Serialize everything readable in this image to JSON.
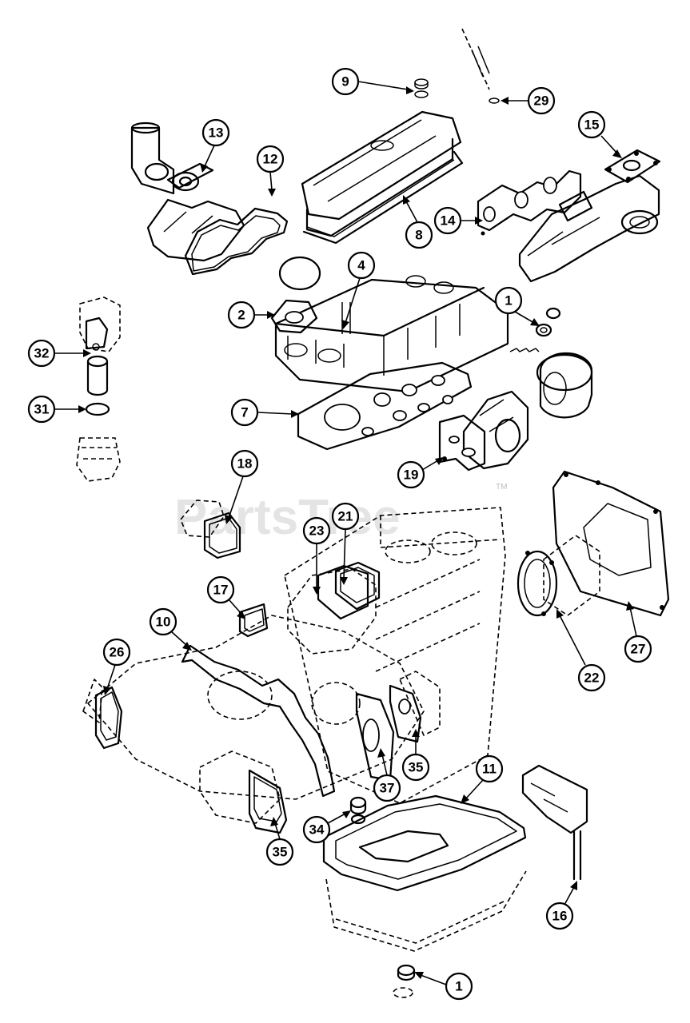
{
  "watermark": {
    "text": "PartsTree",
    "tm": "TM"
  },
  "callouts": [
    {
      "id": "c9",
      "label": "9"
    },
    {
      "id": "c29",
      "label": "29"
    },
    {
      "id": "c13",
      "label": "13"
    },
    {
      "id": "c12",
      "label": "12"
    },
    {
      "id": "c15",
      "label": "15"
    },
    {
      "id": "c14",
      "label": "14"
    },
    {
      "id": "c8",
      "label": "8"
    },
    {
      "id": "c4",
      "label": "4"
    },
    {
      "id": "c2",
      "label": "2"
    },
    {
      "id": "c1a",
      "label": "1"
    },
    {
      "id": "c32",
      "label": "32"
    },
    {
      "id": "c31",
      "label": "31"
    },
    {
      "id": "c7",
      "label": "7"
    },
    {
      "id": "c19",
      "label": "19"
    },
    {
      "id": "c18",
      "label": "18"
    },
    {
      "id": "c23",
      "label": "23"
    },
    {
      "id": "c21",
      "label": "21"
    },
    {
      "id": "c17",
      "label": "17"
    },
    {
      "id": "c10",
      "label": "10"
    },
    {
      "id": "c26",
      "label": "26"
    },
    {
      "id": "c22",
      "label": "22"
    },
    {
      "id": "c27",
      "label": "27"
    },
    {
      "id": "c35a",
      "label": "35"
    },
    {
      "id": "c37",
      "label": "37"
    },
    {
      "id": "c11",
      "label": "11"
    },
    {
      "id": "c34",
      "label": "34"
    },
    {
      "id": "c35b",
      "label": "35"
    },
    {
      "id": "c16",
      "label": "16"
    },
    {
      "id": "c1b",
      "label": "1"
    }
  ]
}
